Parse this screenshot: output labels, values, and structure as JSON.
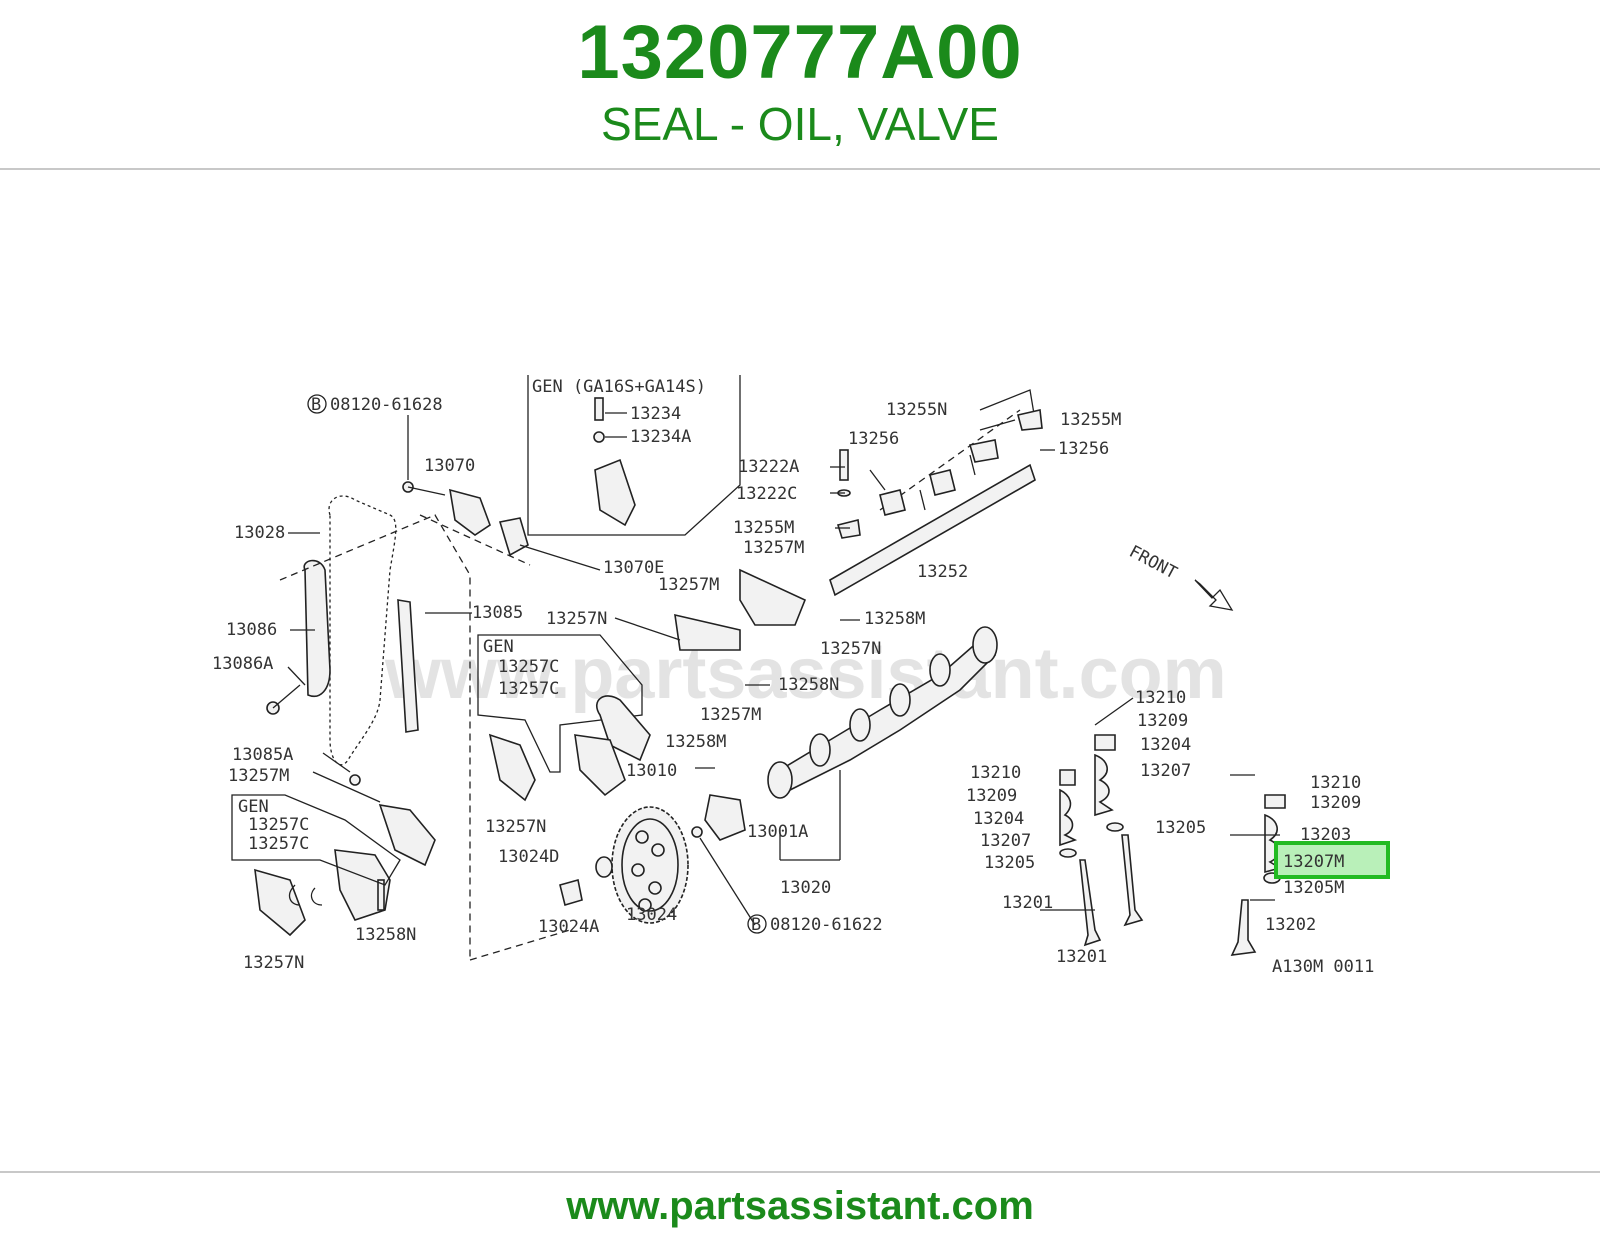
{
  "header": {
    "part_number": "1320777A00",
    "description": "SEAL - OIL, VALVE"
  },
  "diagram": {
    "watermark": "www.partsassistant.com",
    "code": "A130M 0011",
    "front_label": "FRONT",
    "bolt_symbol": "B",
    "highlight_color": "#22bb22",
    "labels": {
      "l08120_61628": "08120-61628",
      "l13070": "13070",
      "l13028": "13028",
      "l13070E": "13070E",
      "l13085": "13085",
      "l13086": "13086",
      "l13086A": "13086A",
      "l13085A": "13085A",
      "l13257M_a": "13257M",
      "gen_a": "GEN",
      "l13257C_a": "13257C",
      "l13257C_b": "13257C",
      "l13257N_a": "13257N",
      "l13258N_a": "13258N",
      "gen_ga": "GEN (GA16S+GA14S)",
      "l13234": "13234",
      "l13234A": "13234A",
      "gen_b": "GEN",
      "l13257C_c": "13257C",
      "l13257C_d": "13257C",
      "l13257N_b": "13257N",
      "l13257M_b": "13257M",
      "l13258N_b": "13258N",
      "l13257M_c": "13257M",
      "l13258M_a": "13258M",
      "l13257N_c": "13257N",
      "l13255N": "13255N",
      "l13255M_a": "13255M",
      "l13256_a": "13256",
      "l13256_b": "13256",
      "l13222A": "13222A",
      "l13222C": "13222C",
      "l13255M_b": "13255M",
      "l13257M_d": "13257M",
      "l13252": "13252",
      "l13258M_b": "13258M",
      "l13257N_d": "13257N",
      "l13010": "13010",
      "l13001A": "13001A",
      "l13020": "13020",
      "l13024D": "13024D",
      "l13024A": "13024A",
      "l13024": "13024",
      "l08120_61622": "08120-61622",
      "l13210_a": "13210",
      "l13209_a": "13209",
      "l13204_a": "13204",
      "l13207_a": "13207",
      "l13205_a": "13205",
      "l13210_b": "13210",
      "l13209_b": "13209",
      "l13204_b": "13204",
      "l13207_b": "13207",
      "l13205_b": "13205",
      "l13201_a": "13201",
      "l13201_b": "13201",
      "l13210_c": "13210",
      "l13209_c": "13209",
      "l13203": "13203",
      "l13207M": "13207M",
      "l13205M": "13205M",
      "l13202": "13202"
    }
  },
  "footer": {
    "url": "www.partsassistant.com"
  }
}
